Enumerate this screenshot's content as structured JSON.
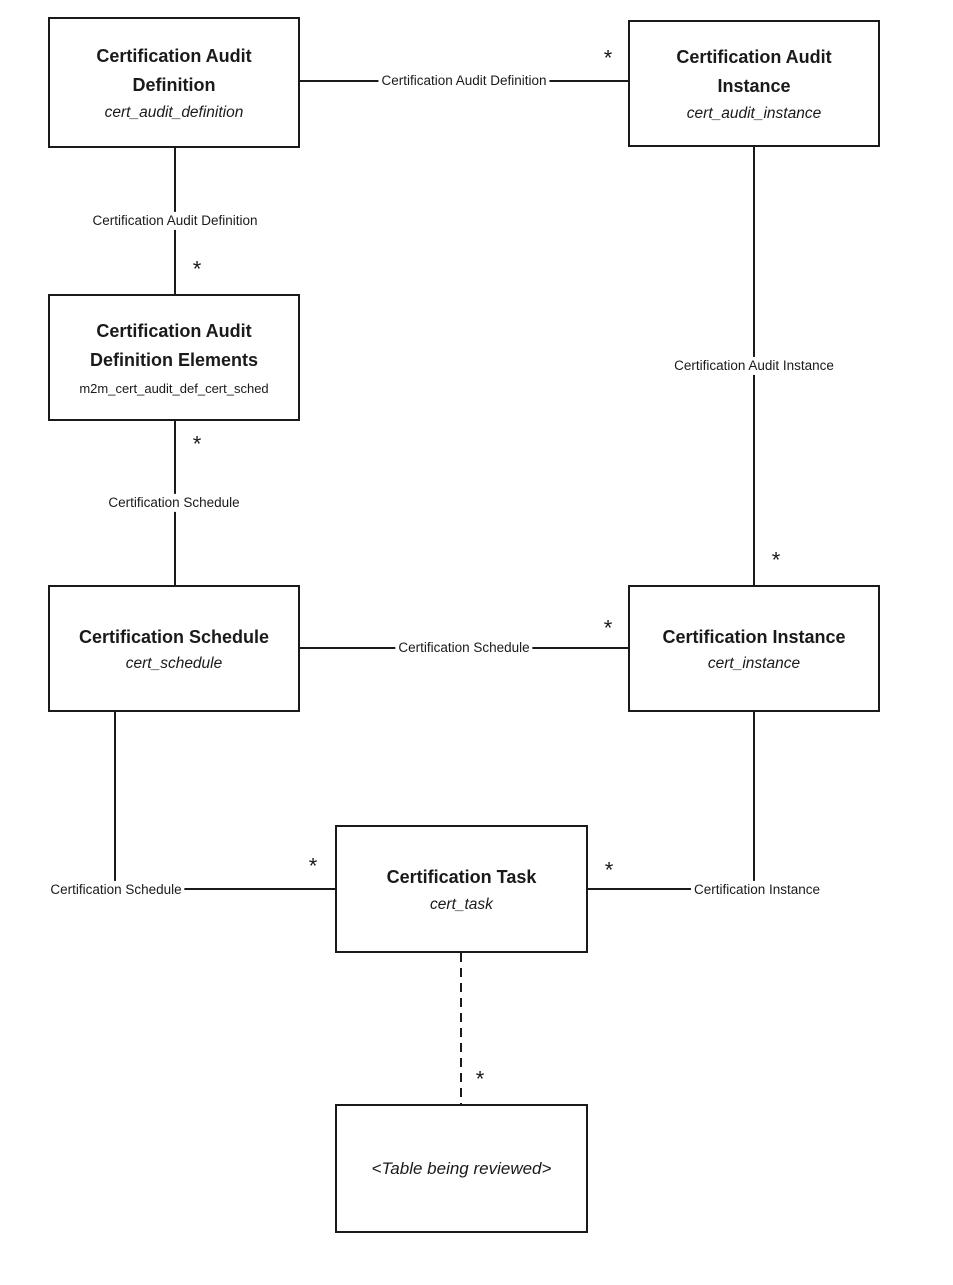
{
  "colors": {
    "background": "#ffffff",
    "line": "#1a1a1a",
    "text": "#1a1a1a"
  },
  "entities": [
    {
      "title": "Certification Audit Definition",
      "table": "cert_audit_definition"
    },
    {
      "title": "Certification Audit Instance",
      "table": "cert_audit_instance"
    },
    {
      "title": "Certification Audit Definition Elements",
      "table": "m2m_cert_audit_def_cert_sched"
    },
    {
      "title": "Certification Schedule",
      "table": "cert_schedule"
    },
    {
      "title": "Certification Instance",
      "table": "cert_instance"
    },
    {
      "title": "Certification Task",
      "table": "cert_task"
    },
    {
      "title": "<Table being reviewed>",
      "table": ""
    }
  ],
  "connectors": [
    {
      "label": "Certification Audit Definition",
      "multiplicity": "*",
      "from": "cert_audit_definition",
      "to": "cert_audit_instance",
      "style": "solid"
    },
    {
      "label": "Certification Audit Definition",
      "multiplicity": "*",
      "from": "cert_audit_definition",
      "to": "m2m_cert_audit_def_cert_sched",
      "style": "solid"
    },
    {
      "label": "Certification Schedule",
      "multiplicity": "*",
      "from": "m2m_cert_audit_def_cert_sched",
      "to": "cert_schedule",
      "style": "solid"
    },
    {
      "label": "Certification Schedule",
      "multiplicity": "*",
      "from": "cert_schedule",
      "to": "cert_instance",
      "style": "solid"
    },
    {
      "label": "Certification Audit Instance",
      "multiplicity": "*",
      "from": "cert_audit_instance",
      "to": "cert_instance",
      "style": "solid"
    },
    {
      "label": "Certification Schedule",
      "multiplicity": "*",
      "from": "cert_schedule",
      "to": "cert_task",
      "style": "solid"
    },
    {
      "label": "Certification Instance",
      "multiplicity": "*",
      "from": "cert_instance",
      "to": "cert_task",
      "style": "solid"
    },
    {
      "label": "",
      "multiplicity": "*",
      "from": "cert_task",
      "to": "table_being_reviewed",
      "style": "dashed"
    }
  ]
}
